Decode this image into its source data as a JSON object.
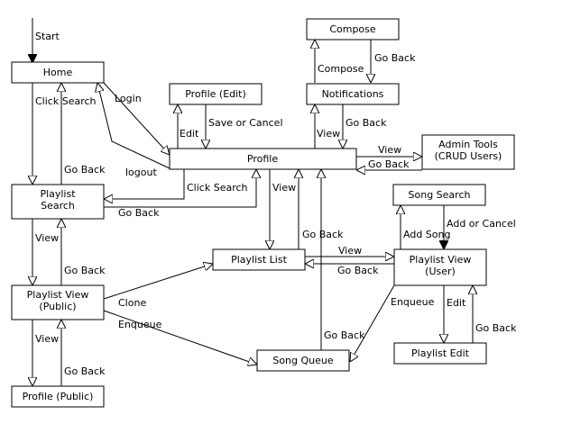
{
  "nodes": {
    "home": "Home",
    "profile_edit": "Profile (Edit)",
    "compose": "Compose",
    "notifications": "Notifications",
    "profile": "Profile",
    "admin_tools_1": "Admin Tools",
    "admin_tools_2": "(CRUD Users)",
    "song_search": "Song Search",
    "playlist_search_1": "Playlist",
    "playlist_search_2": "Search",
    "playlist_list": "Playlist List",
    "playlist_view_user_1": "Playlist View",
    "playlist_view_user_2": "(User)",
    "playlist_view_public_1": "Playlist View",
    "playlist_view_public_2": "(Public)",
    "song_queue": "Song Queue",
    "playlist_edit": "Playlist Edit",
    "profile_public": "Profile (Public)"
  },
  "edge_labels": {
    "start": "Start",
    "click_search_home": "Click Search",
    "login": "Login",
    "logout": "logout",
    "go_back_home": "Go Back",
    "edit_profile": "Edit",
    "save_or_cancel": "Save or Cancel",
    "compose": "Compose",
    "go_back_compose": "Go Back",
    "view_notifications": "View",
    "go_back_notifications": "Go Back",
    "view_admin": "View",
    "go_back_admin": "Go Back",
    "click_search_profile": "Click Search",
    "go_back_playlist_search": "Go Back",
    "view_playlist_list": "View",
    "go_back_playlist_list": "Go Back",
    "view_public_playlist": "View",
    "go_back_public_playlist": "Go Back",
    "clone": "Clone",
    "enqueue_public": "Enqueue",
    "view_profile_public": "View",
    "go_back_profile_public": "Go Back",
    "view_user_playlist": "View",
    "go_back_user_playlist": "Go Back",
    "add_song": "Add Song",
    "add_or_cancel": "Add or Cancel",
    "enqueue_user": "Enqueue",
    "edit_playlist": "Edit",
    "go_back_playlist_edit": "Go Back",
    "go_back_song_queue": "Go Back"
  }
}
